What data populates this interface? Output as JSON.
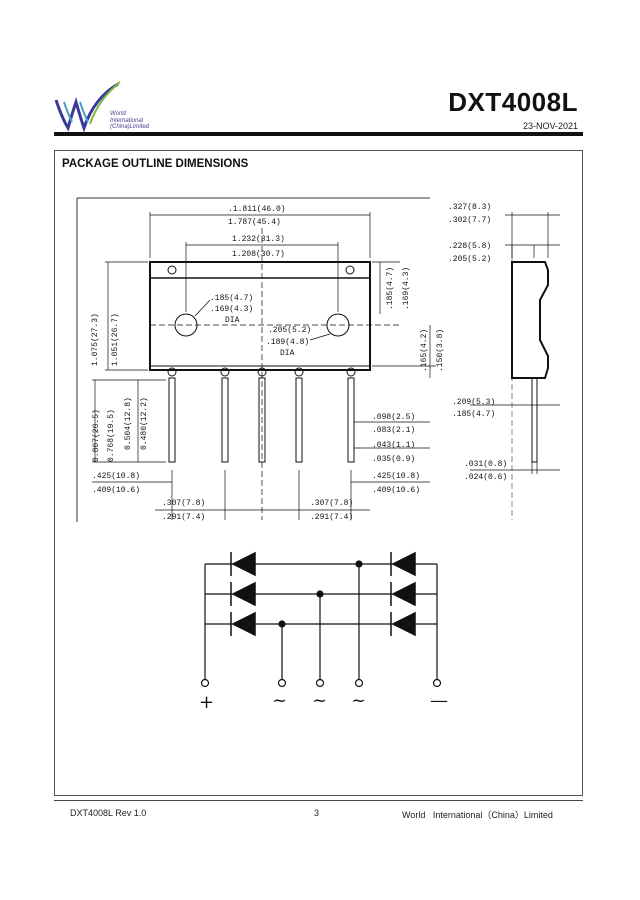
{
  "header": {
    "logo_lines": [
      "World",
      "International",
      "(China)Limited"
    ],
    "part_number": "DXT4008L",
    "date": "23-NOV-2021"
  },
  "section": {
    "title": "PACKAGE OUTLINE DIMENSIONS"
  },
  "dimensions": {
    "overall_width": [
      ".1.811(46.0)",
      "1.787(45.4)"
    ],
    "hole_spacing": [
      "1.232(31.3)",
      "1.208(30.7)"
    ],
    "hole_dia": [
      ".185(4.7)",
      ".169(4.3)",
      "DIA"
    ],
    "hole_dia2": [
      ".205(5.2)",
      ".189(4.8)",
      "DIA"
    ],
    "body_height": [
      "1.075(27.3)",
      "1.051(26.7)"
    ],
    "hole_edge": [
      ".185(4.7)",
      ".169(4.3)"
    ],
    "lead_length": [
      "0.807(20.5)",
      "0.768(19.5)"
    ],
    "lead_length2": [
      "0.504(12.8)",
      "0.480(12.2)"
    ],
    "standoff": [
      ".165(4.2)",
      ".150(3.8)"
    ],
    "lead_width": [
      ".098(2.5)",
      ".083(2.1)"
    ],
    "lead_thick": [
      ".043(1.1)",
      ".035(0.9)"
    ],
    "edge_left": [
      ".425(10.8)",
      ".409(10.6)"
    ],
    "edge_right": [
      ".425(10.8)",
      ".409(10.6)"
    ],
    "pitch_left": [
      ".307(7.8)",
      ".291(7.4)"
    ],
    "pitch_right": [
      ".307(7.8)",
      ".291(7.4)"
    ],
    "side_thick": [
      ".327(8.3)",
      ".302(7.7)"
    ],
    "side_tab": [
      ".228(5.8)",
      ".205(5.2)"
    ],
    "side_lead": [
      ".209(5.3)",
      ".185(4.7)"
    ],
    "side_pin": [
      ".031(0.8)",
      ".024(0.6)"
    ]
  },
  "circuit": {
    "terminals": [
      "+",
      "~",
      "~",
      "~",
      "—"
    ]
  },
  "footer": {
    "left": "DXT4008L Rev 1.0",
    "page": "3",
    "right": "World   International（China）Limited"
  }
}
